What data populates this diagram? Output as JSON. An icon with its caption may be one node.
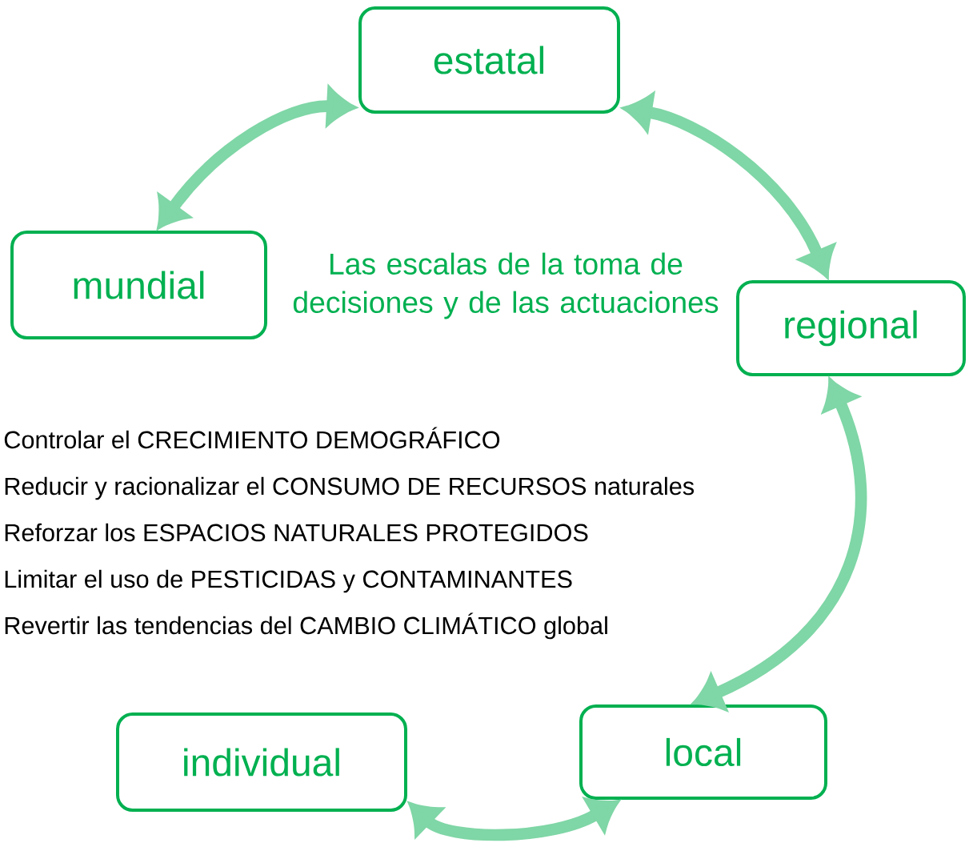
{
  "diagram": {
    "title": "Las escalas de la toma de decisiones y de las actuaciones",
    "nodes": [
      {
        "text": [
          "estatal"
        ]
      },
      {
        "text": [
          "mundial"
        ]
      },
      {
        "text": [
          "regional"
        ]
      },
      {
        "text": [
          "individual"
        ]
      },
      {
        "text": [
          "local"
        ]
      }
    ],
    "edges": [
      {
        "from": 0,
        "to": 1,
        "arrow": "both"
      },
      {
        "from": 0,
        "to": 2,
        "arrow": "both"
      },
      {
        "from": 2,
        "to": 4,
        "arrow": "both"
      },
      {
        "from": 3,
        "to": 4,
        "arrow": "both"
      }
    ],
    "labels": [
      "Controlar el CRECIMIENTO DEMOGRÁFICO",
      "Reducir y racionalizar el CONSUMO DE RECURSOS naturales",
      "Reforzar los ESPACIOS NATURALES PROTEGIDOS",
      "Limitar el uso de PESTICIDAS y CONTAMINANTES",
      "Revertir las tendencias del CAMBIO CLIMÁTICO global"
    ]
  }
}
